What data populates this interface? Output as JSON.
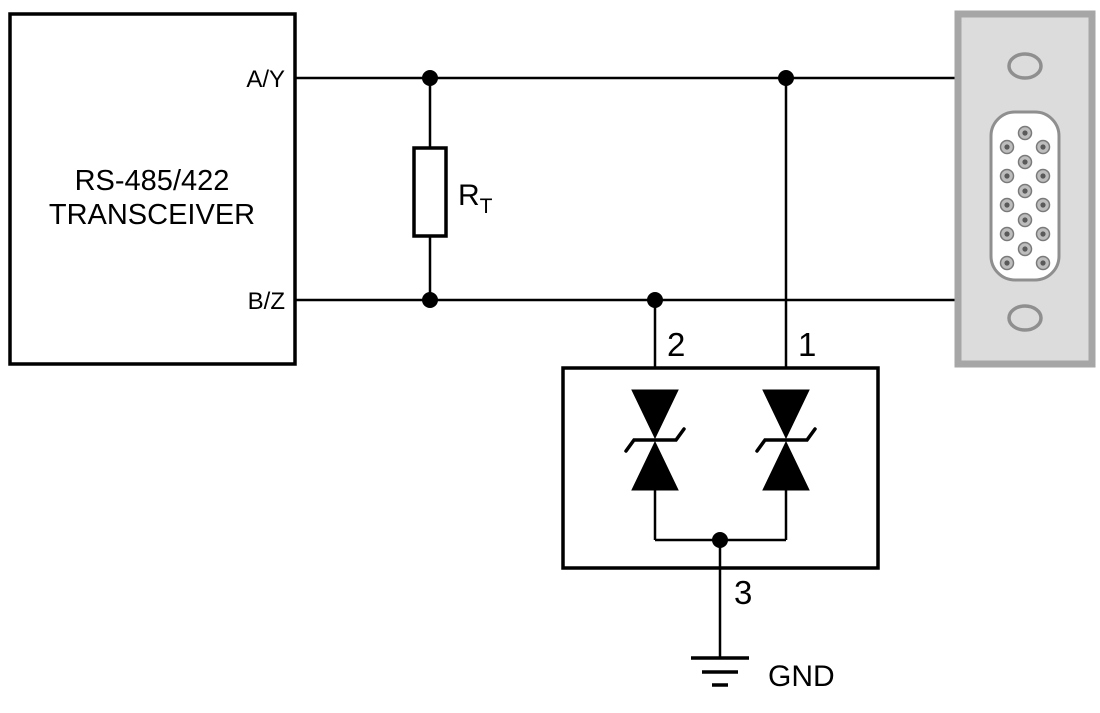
{
  "transceiver": {
    "label_line1": "RS-485/422",
    "label_line2": "TRANSCEIVER",
    "pin_a": "A/Y",
    "pin_b": "B/Z"
  },
  "termination_resistor": {
    "symbol": "R",
    "subscript": "T"
  },
  "tvs_array": {
    "pin1_label": "1",
    "pin2_label": "2",
    "pin3_label": "3"
  },
  "ground": {
    "label": "GND"
  },
  "colors": {
    "wire": "#000000",
    "component_fill": "#ffffff",
    "connector_body": "#dcdcdc",
    "connector_border": "#a6a6a6",
    "connector_detail": "#8f8f8f",
    "pin_hole_fill": "#bdbdbd",
    "pin_hole_center": "#5a5a5a"
  }
}
